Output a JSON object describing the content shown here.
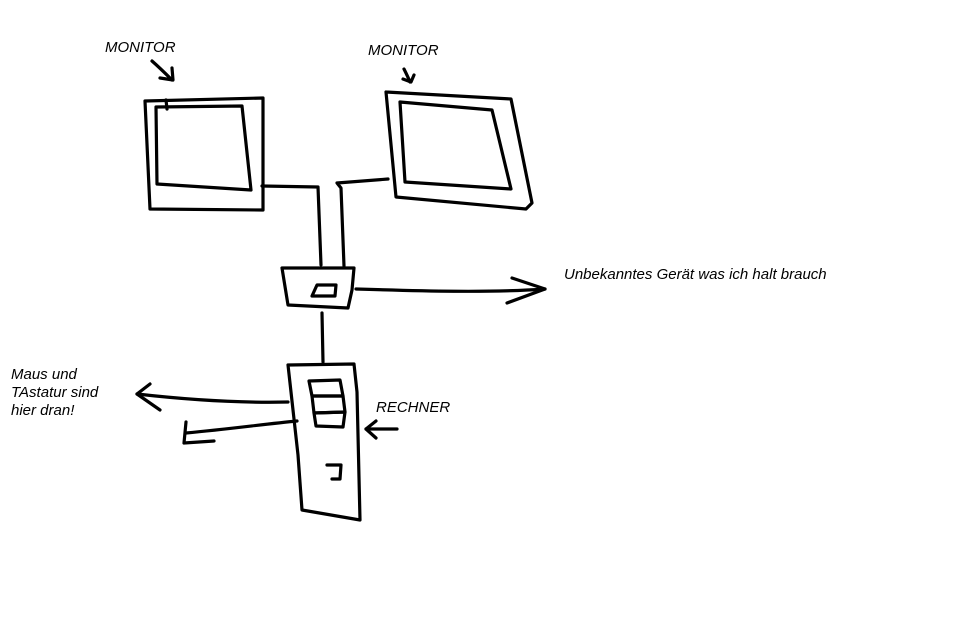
{
  "labels": {
    "monitor_left": "MONITOR",
    "monitor_right": "MONITOR",
    "unknown_device": "Unbekanntes Gerät was ich halt brauch",
    "computer": "RECHNER",
    "peripherals_line1": "Maus und",
    "peripherals_line2": "TAstatur sind",
    "peripherals_line3": "hier dran!"
  },
  "colors": {
    "ink": "#000000",
    "background": "#ffffff"
  }
}
